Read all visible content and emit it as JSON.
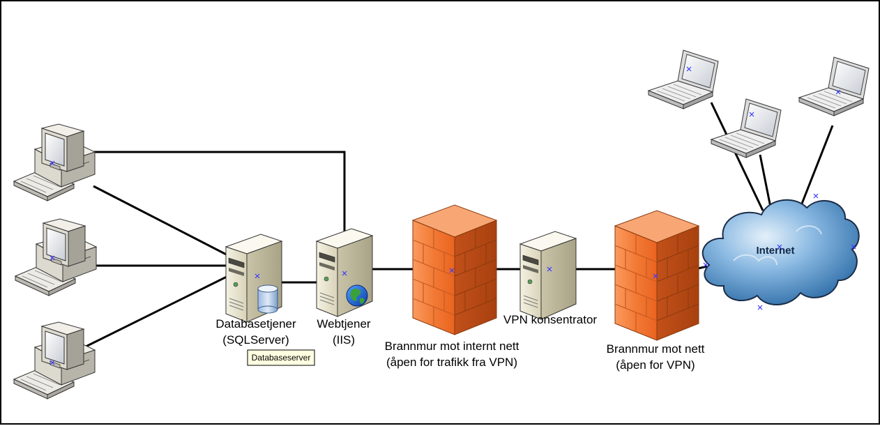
{
  "nodes": {
    "database_server": {
      "line1": "Databasetjener",
      "line2": "(SQLServer)"
    },
    "web_server": {
      "line1": "Webtjener",
      "line2": "(IIS)"
    },
    "firewall_internal": {
      "line1": "Brannmur mot internt nett",
      "line2": "(åpen for trafikk fra VPN)"
    },
    "vpn_concentrator": {
      "line1": "VPN konsentrator"
    },
    "firewall_external": {
      "line1": "Brannmur mot nett",
      "line2": "(åpen for VPN)"
    },
    "internet": {
      "label": "Internet"
    }
  },
  "tooltip": {
    "text": "Databaseserver"
  },
  "colors": {
    "firewall": "#f07a3a",
    "cloud": "#5d9bd2",
    "server": "#e6e2cc",
    "connector": "#000000"
  }
}
